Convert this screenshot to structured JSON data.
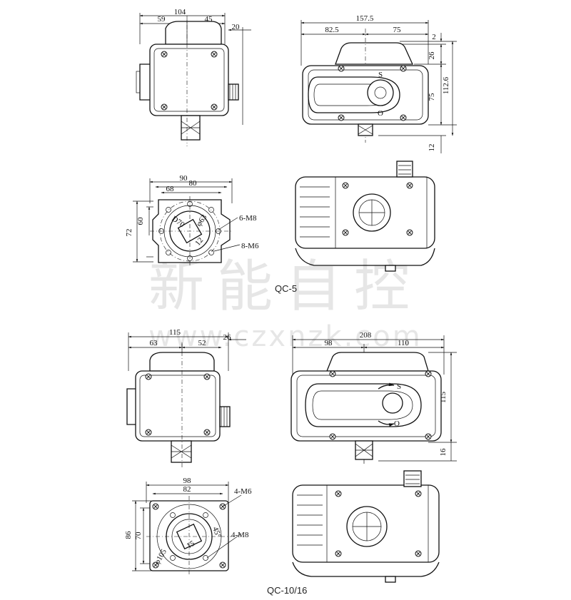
{
  "watermark": {
    "chinese": "新能自控",
    "url": "www.czxnzk.com"
  },
  "models": [
    {
      "label": "QC-5",
      "side_view": {
        "total": "104",
        "left": "59",
        "right": "45",
        "flange": "20"
      },
      "front_view": {
        "width_total": "157.5",
        "width_left": "82.5",
        "width_right": "75",
        "h_top": "2",
        "h_cap": "26",
        "h_body": "75",
        "h_total": "112.6",
        "h_shaft": "12",
        "dial_top": "S",
        "dial_bottom": "O"
      },
      "flange_view": {
        "w_outer": "90",
        "w_mid": "80",
        "w_inner": "68",
        "h_inner": "60",
        "h_outer": "72",
        "pcd": "D70",
        "inner_dia": "φ63",
        "square": "12",
        "bolt_outer": "6-M8",
        "bolt_inner": "8-M6"
      }
    },
    {
      "label": "QC-10/16",
      "side_view": {
        "total": "115",
        "left": "63",
        "right": "52",
        "flange": "26"
      },
      "front_view": {
        "width_total": "208",
        "width_left": "98",
        "width_right": "110",
        "h_total": "115",
        "h_shaft": "16",
        "dial_top": "S",
        "dial_bottom": "O"
      },
      "flange_view": {
        "w_outer": "98",
        "w_inner": "82",
        "h_outer": "86",
        "h_inner": "70",
        "angle": "45°",
        "square": "15",
        "pcd": "φ105",
        "bolt_outer": "4-M6",
        "bolt_inner": "4-M8"
      }
    }
  ]
}
